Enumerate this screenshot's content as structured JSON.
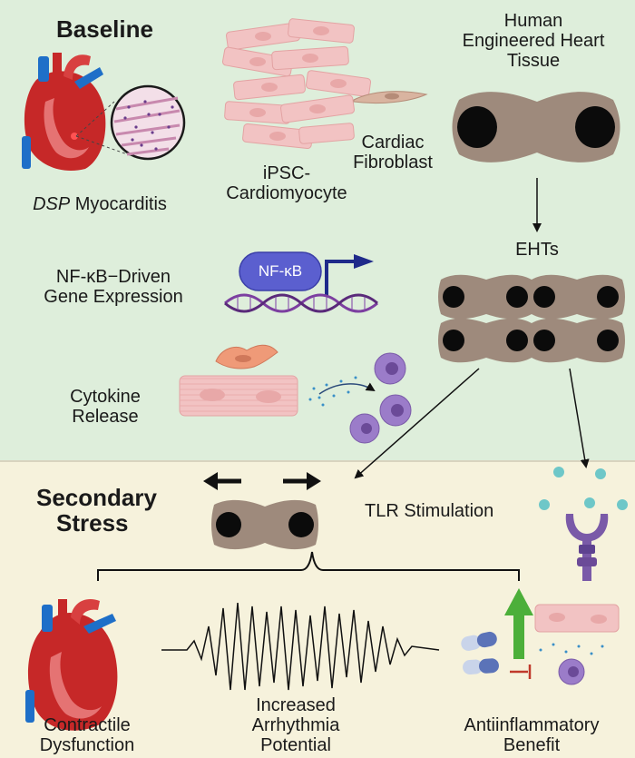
{
  "baseline": {
    "title": "Baseline",
    "dsp_prefix": "DSP",
    "dsp_suffix": " Myocarditis",
    "ipsc_line1": "iPSC-",
    "ipsc_line2": "Cardiomyocyte",
    "fibroblast_line1": "Cardiac",
    "fibroblast_line2": "Fibroblast",
    "eht_line1": "Human",
    "eht_line2": "Engineered Heart",
    "eht_line3": "Tissue",
    "ehts_label": "EHTs",
    "nfkb_line1": "NF-κB−Driven",
    "nfkb_line2": "Gene Expression",
    "nfkb_pill": "NF-κB",
    "cytokine_line1": "Cytokine",
    "cytokine_line2": "Release"
  },
  "secondary": {
    "title_line1": "Secondary",
    "title_line2": "Stress",
    "tlr_label": "TLR Stimulation",
    "contractile_line1": "Contractile",
    "contractile_line2": "Dysfunction",
    "arrhythmia_line1": "Increased",
    "arrhythmia_line2": "Arrhythmia",
    "arrhythmia_line3": "Potential",
    "antiinflam_line1": "Antiinflammatory",
    "antiinflam_line2": "Benefit"
  },
  "colors": {
    "baseline_bg": "#deeedb",
    "secondary_bg": "#f6f2dc",
    "tissue": "#9e8a7c",
    "post": "#0b0b0b",
    "cardiomyocyte": "#f2c3c3",
    "nfkb_pill": "#5b5fcf",
    "dna": "#7c3fa0",
    "immune_cell": "#9b7cc9",
    "tlr_receptor": "#7a5aa8",
    "ligand": "#6ec7c8",
    "benefit_arrow": "#4caf3a",
    "inhibit": "#c0392b"
  }
}
